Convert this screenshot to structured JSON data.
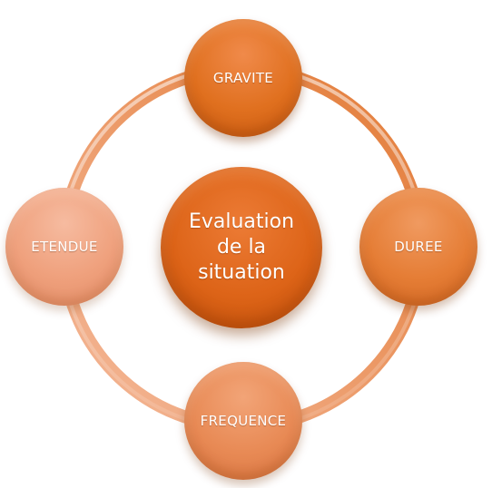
{
  "diagram": {
    "center_label": "Evaluation\nde la\nsituation",
    "nodes": {
      "top": "GRAVITE",
      "right": "DUREE",
      "bottom": "FREQUENCE",
      "left": "ETENDUE"
    }
  },
  "colors": {
    "ring_dark": "#e27a35",
    "ring_light": "#f4b99a",
    "center": "#dd6418",
    "node_top": "#e0701f",
    "node_right": "#e57d35",
    "node_bottom": "#e88a55",
    "node_left": "#efa07c"
  }
}
